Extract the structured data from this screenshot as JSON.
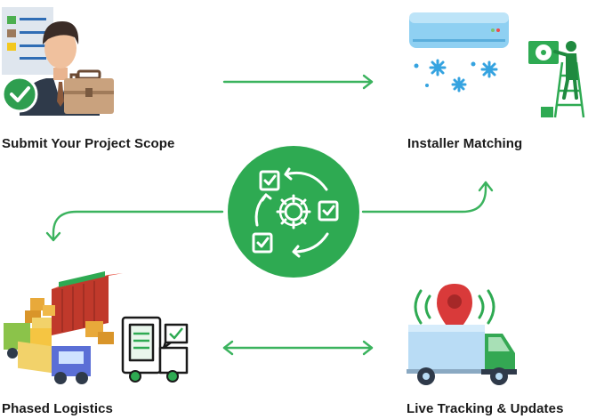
{
  "steps": {
    "submit": {
      "label": "Submit Your Project Scope",
      "icon": "businessman-briefcase-icon"
    },
    "matching": {
      "label": "Installer Matching",
      "icon": "air-conditioner-installer-icon"
    },
    "logistics": {
      "label": "Phased Logistics",
      "icon": "warehouse-loading-trucks-icon"
    },
    "tracking": {
      "label": "Live Tracking & Updates",
      "icon": "truck-location-pin-icon"
    }
  },
  "center": {
    "icon": "gear-cycle-checklist-icon"
  },
  "colors": {
    "accent_green": "#2eaa52",
    "dark_green": "#1f8a3f",
    "ac_blue": "#8fd0f2",
    "snow_blue": "#35a3e0",
    "pin_red": "#d93a3a",
    "truck_body": "#b9dcf5",
    "truck_cab": "#34a853",
    "suit_dark": "#2f3a4a",
    "briefcase": "#c9a27e"
  },
  "connectors": [
    {
      "from": "submit",
      "to": "matching",
      "style": "straight-arrow"
    },
    {
      "from": "center",
      "to": "matching",
      "style": "curved-arrow-up"
    },
    {
      "from": "center",
      "to": "logistics",
      "style": "curved-arrow-down"
    },
    {
      "from": "logistics",
      "to": "tracking",
      "style": "double-arrow"
    }
  ]
}
